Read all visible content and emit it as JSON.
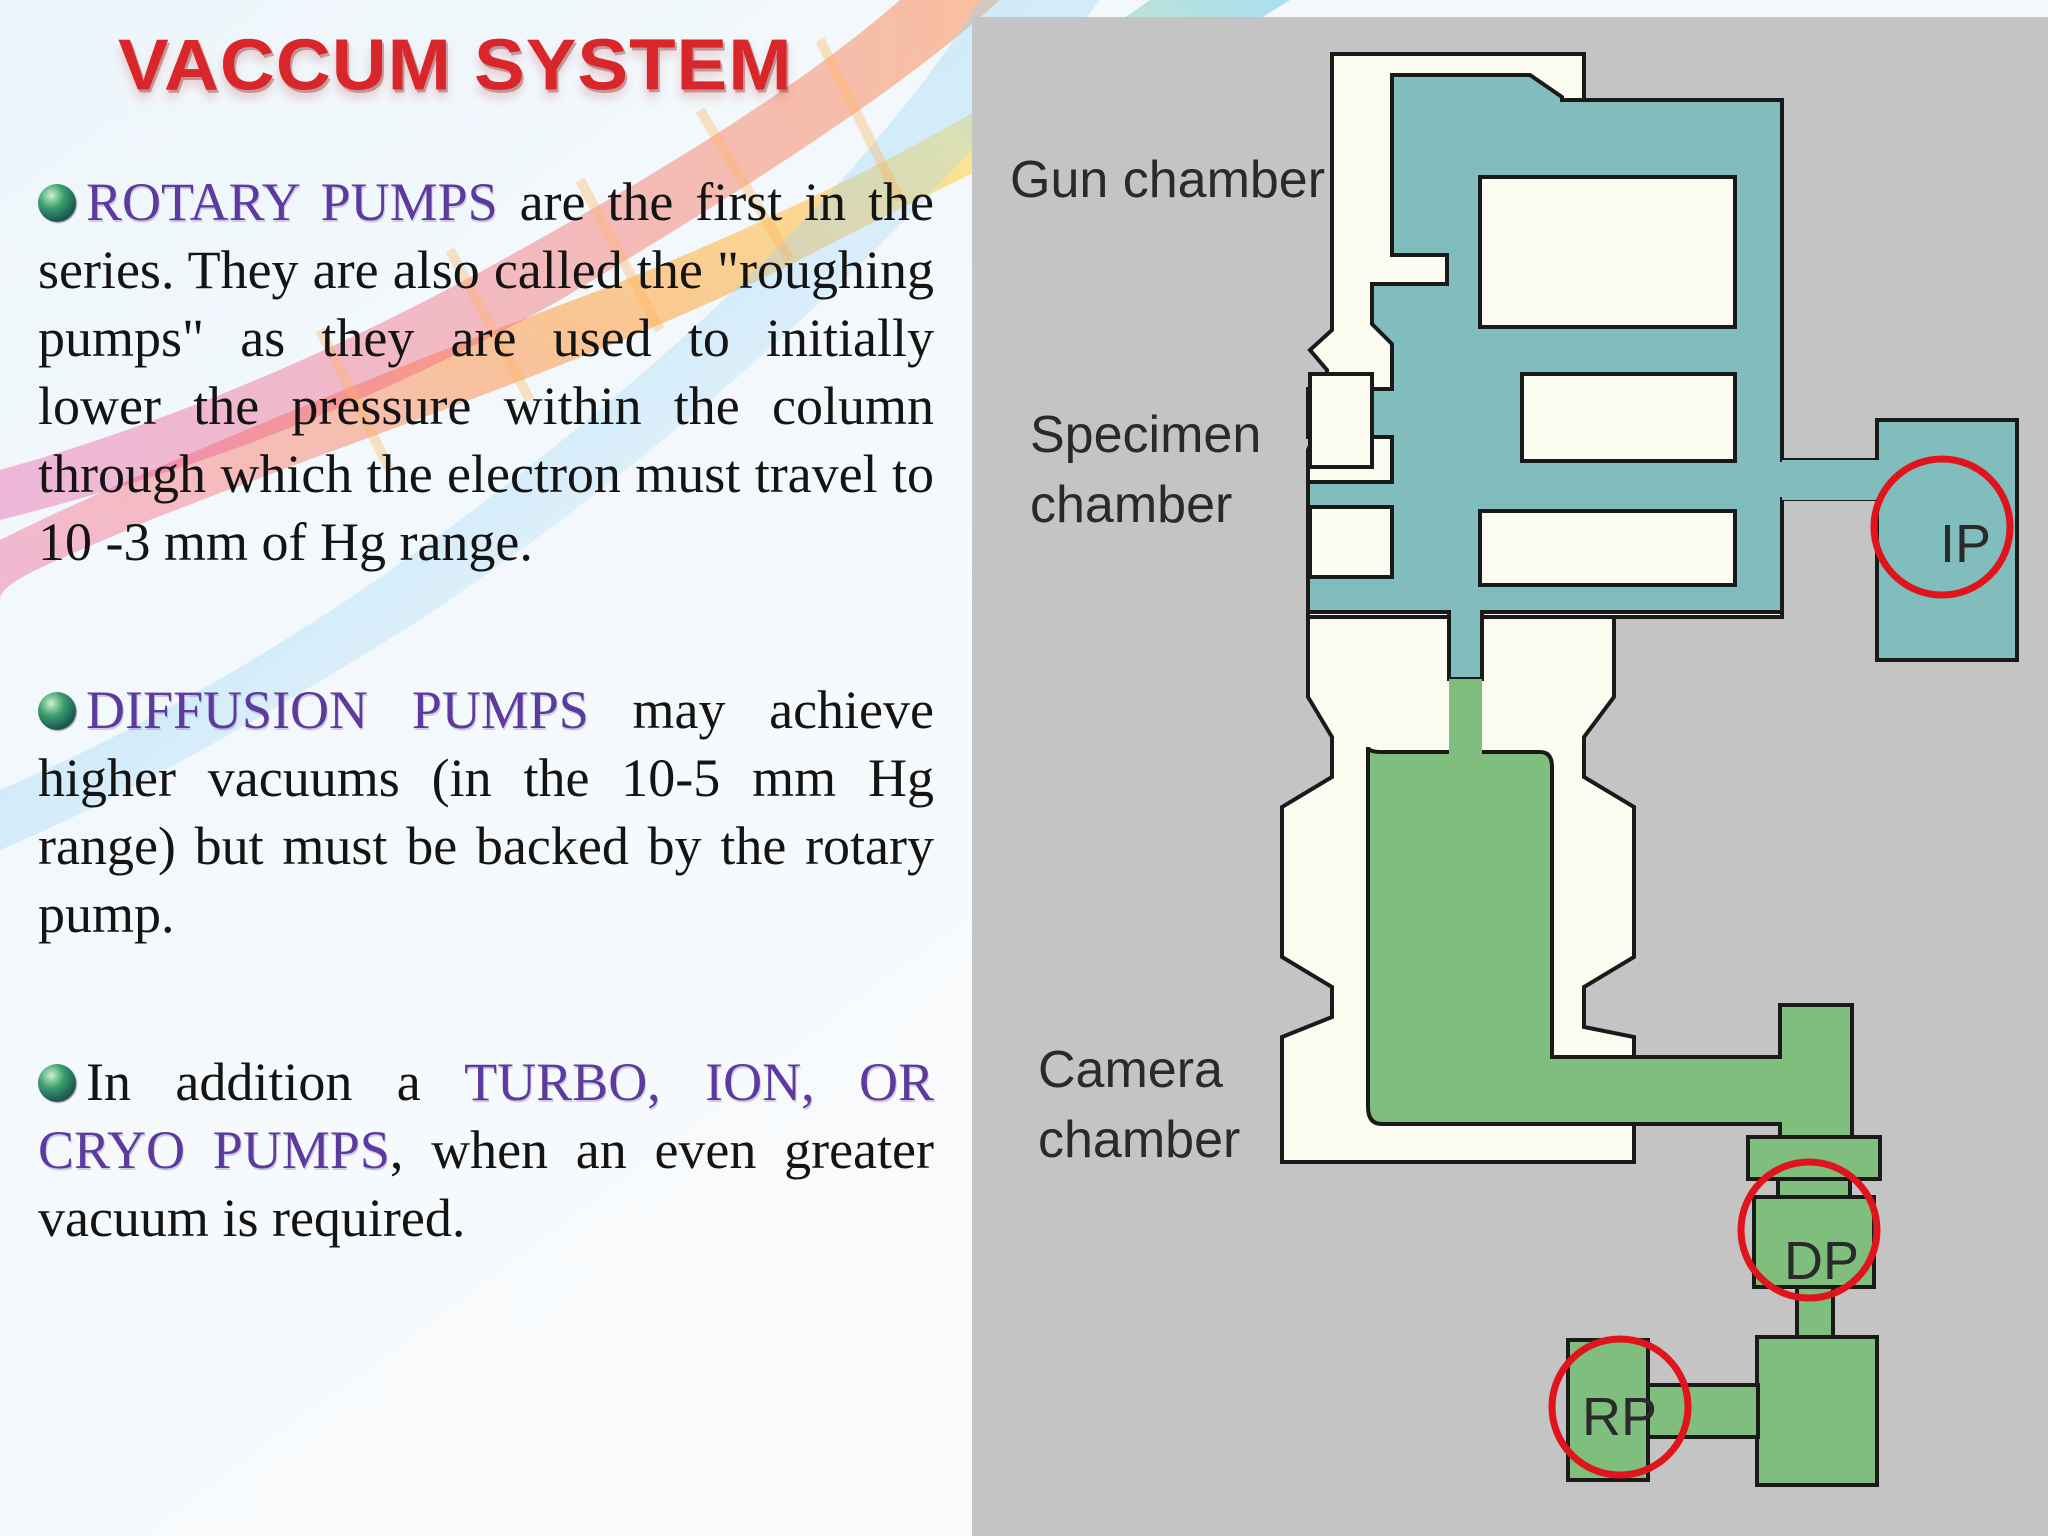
{
  "slide": {
    "title": "VACCUM SYSTEM"
  },
  "bullets": [
    {
      "highlight": "ROTARY PUMPS",
      "text": " are the first in the series. They are also called the \"roughing pumps\" as they are used to initially lower the pressure within the column through which the electron must travel to 10 -3 mm of Hg range."
    },
    {
      "highlight": "DIFFUSION PUMPS",
      "text": " may achieve higher vacuums (in the 10-5 mm Hg range) but must be backed by the rotary pump."
    },
    {
      "lead": "In addition a ",
      "highlight": "TURBO, ION, OR CRYO PUMPS",
      "text": ", when an even greater vacuum is required."
    }
  ],
  "diagram": {
    "labels": {
      "gun_chamber": "Gun chamber",
      "specimen_chamber_1": "Specimen",
      "specimen_chamber_2": "chamber",
      "camera_chamber_1": "Camera",
      "camera_chamber_2": "chamber"
    },
    "pumps": {
      "ion_pump": "IP",
      "diffusion_pump": "DP",
      "rotary_pump": "RP"
    },
    "colors": {
      "panel": "#c4c4c4",
      "chamber": "#fbfbef",
      "teal_vacuum": "#82bdbd",
      "green_vacuum": "#80be7e",
      "highlight_circle": "#e0141c",
      "highlight_text": "#5c3a9e",
      "title": "#d8262a"
    }
  }
}
